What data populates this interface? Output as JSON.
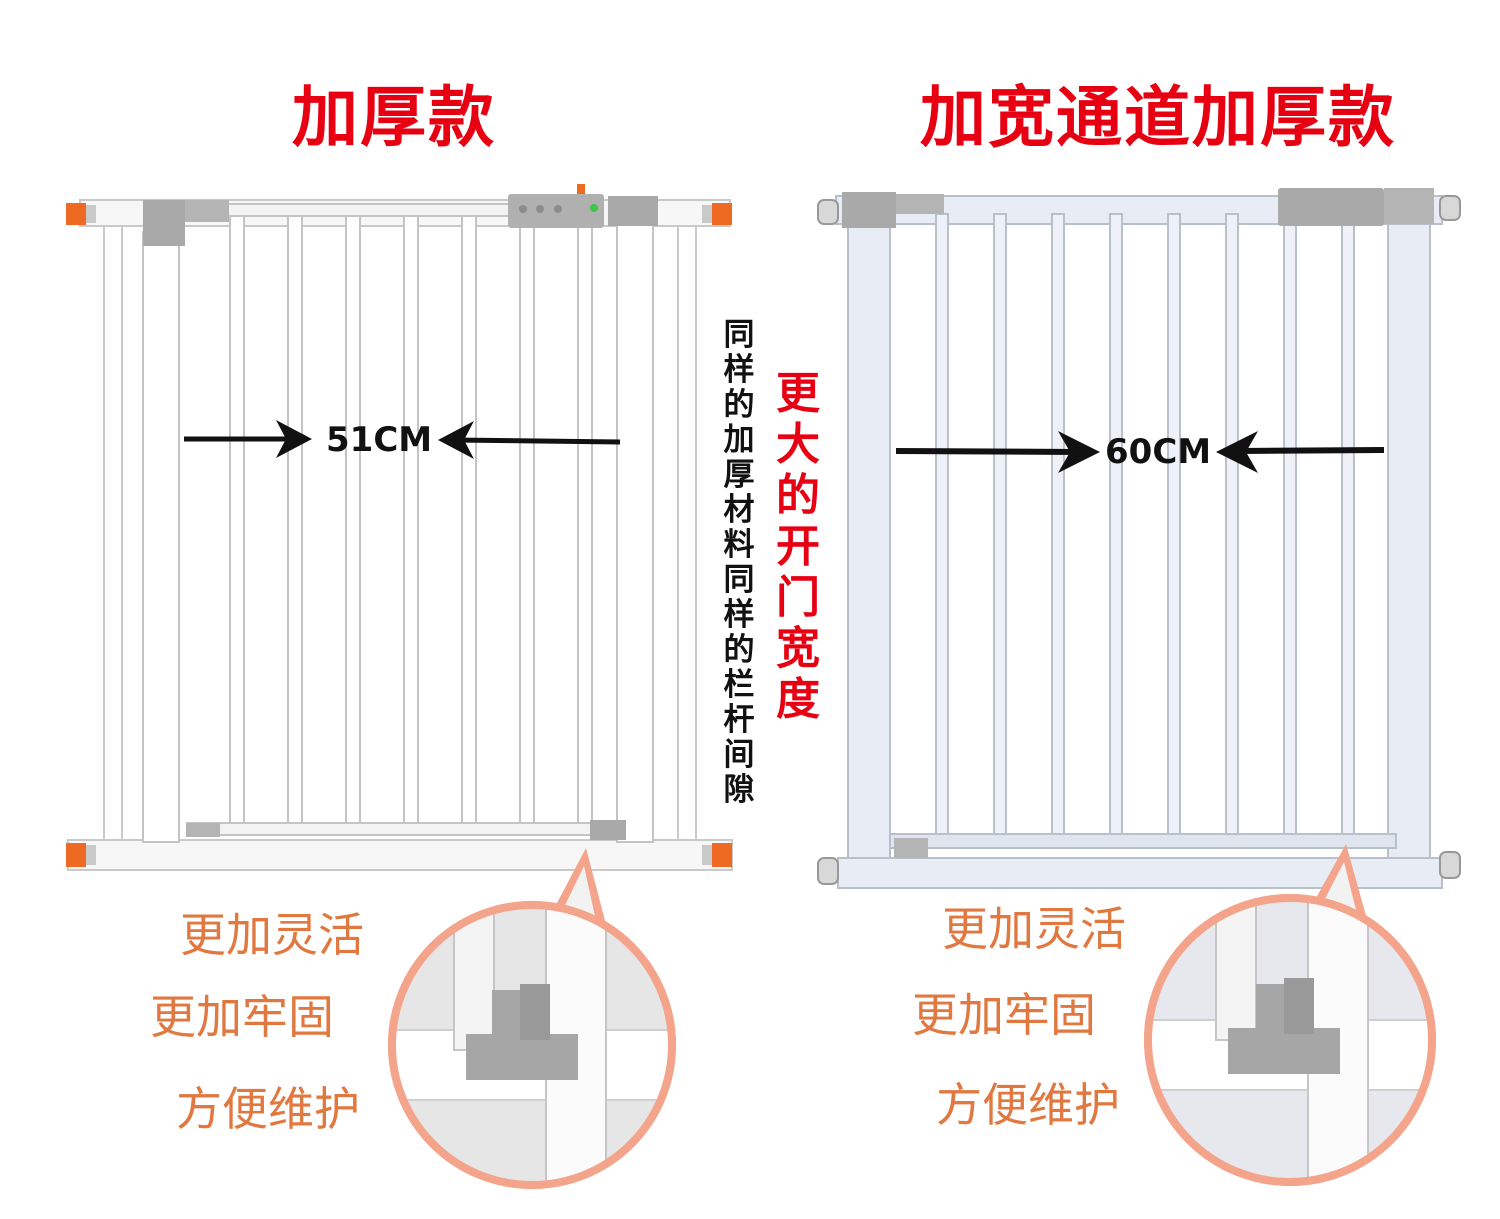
{
  "left_panel": {
    "title": "加厚款",
    "width_label": "51CM",
    "side_note": "同样的加厚材料 同样的栏杆间隙",
    "features": [
      "更加灵活",
      "更加牢固",
      "方便维护"
    ]
  },
  "right_panel": {
    "title": "加宽通道加厚款",
    "width_label": "60CM",
    "side_note": "更大的开门宽度",
    "features": [
      "更加灵活",
      "更加牢固",
      "方便维护"
    ]
  },
  "colors": {
    "title_red": "#e60012",
    "feature_orange": "#e07840",
    "zoom_ring": "#f4a48a",
    "gate_left": "#ffffff",
    "gate_right": "#e8edf5",
    "fitting_grey": "#a9a9a9",
    "adjuster_orange": "#ee6a22"
  }
}
